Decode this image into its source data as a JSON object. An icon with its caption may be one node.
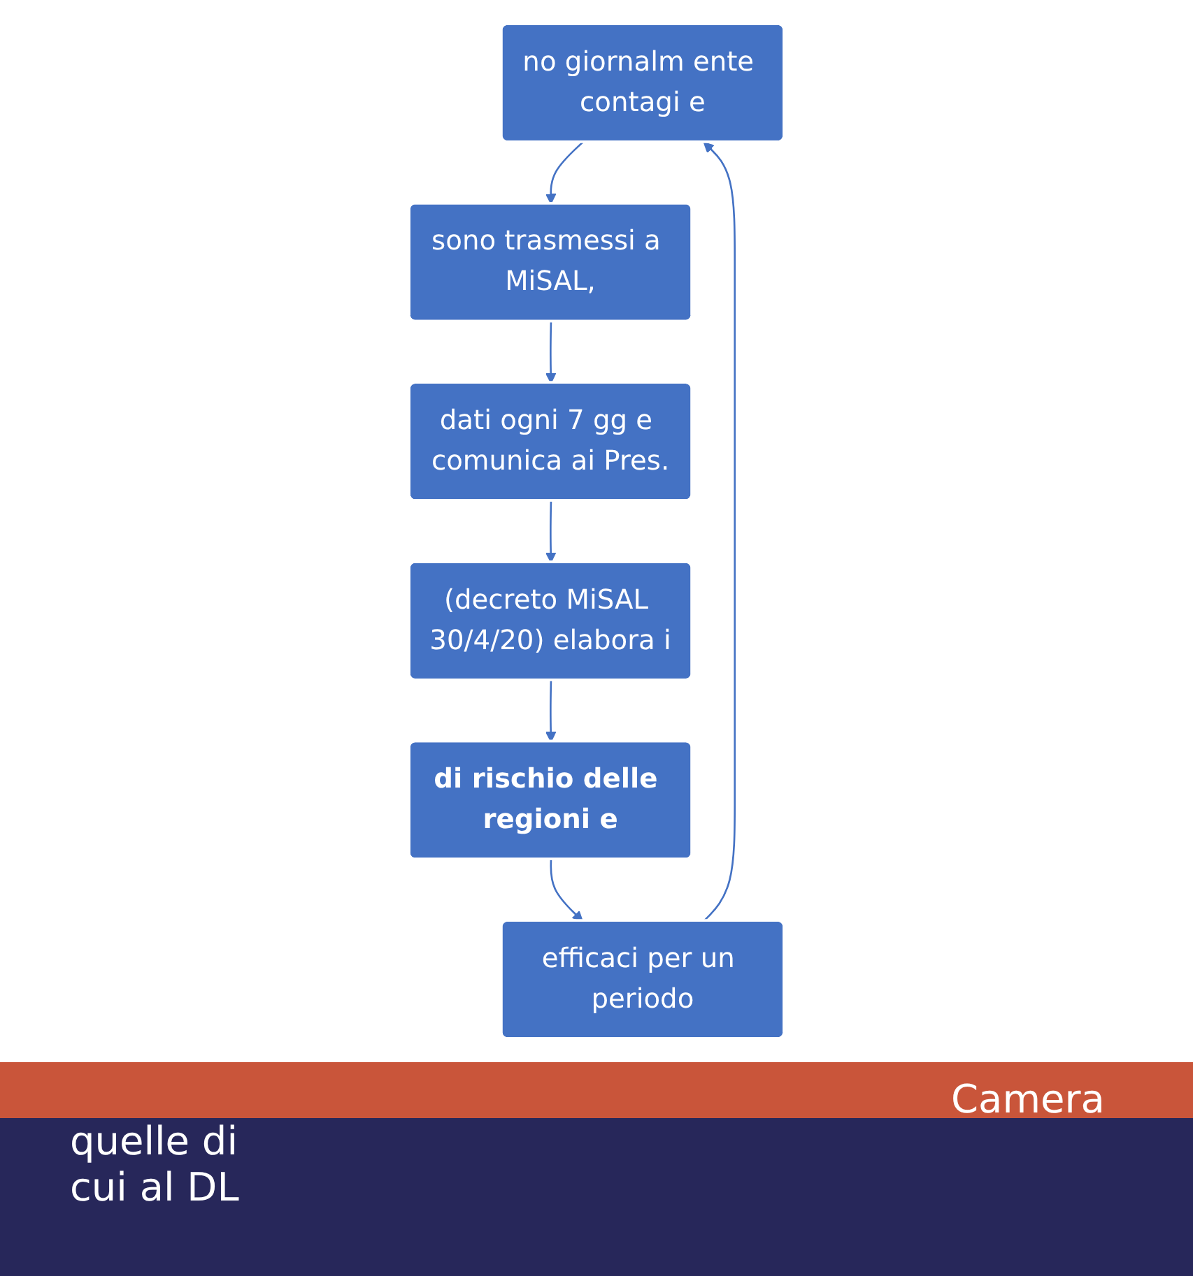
{
  "diagram": {
    "nodes": [
      {
        "text": [
          "no giornalm ente contagi e"
        ]
      },
      {
        "text": [
          "sono trasmessi a MiSAL,"
        ]
      },
      {
        "text": [
          "dati ogni 7 gg e comunica ai Pres."
        ]
      },
      {
        "text": [
          "(decreto MiSAL 30/4/20) elabora i"
        ]
      },
      {
        "text": [
          "di rischio delle regioni e"
        ]
      },
      {
        "text": [
          "efficaci per un periodo"
        ]
      }
    ],
    "edges": [
      {
        "from": 0,
        "to": 1,
        "arrow": "to"
      },
      {
        "from": 1,
        "to": 2,
        "arrow": "to"
      },
      {
        "from": 2,
        "to": 3,
        "arrow": "to"
      },
      {
        "from": 3,
        "to": 4,
        "arrow": "to"
      },
      {
        "from": 4,
        "to": 5,
        "arrow": "to"
      },
      {
        "from": 5,
        "to": 0,
        "arrow": "to"
      }
    ],
    "labels": [
      "Camera",
      "quelle di cui al DL"
    ]
  }
}
